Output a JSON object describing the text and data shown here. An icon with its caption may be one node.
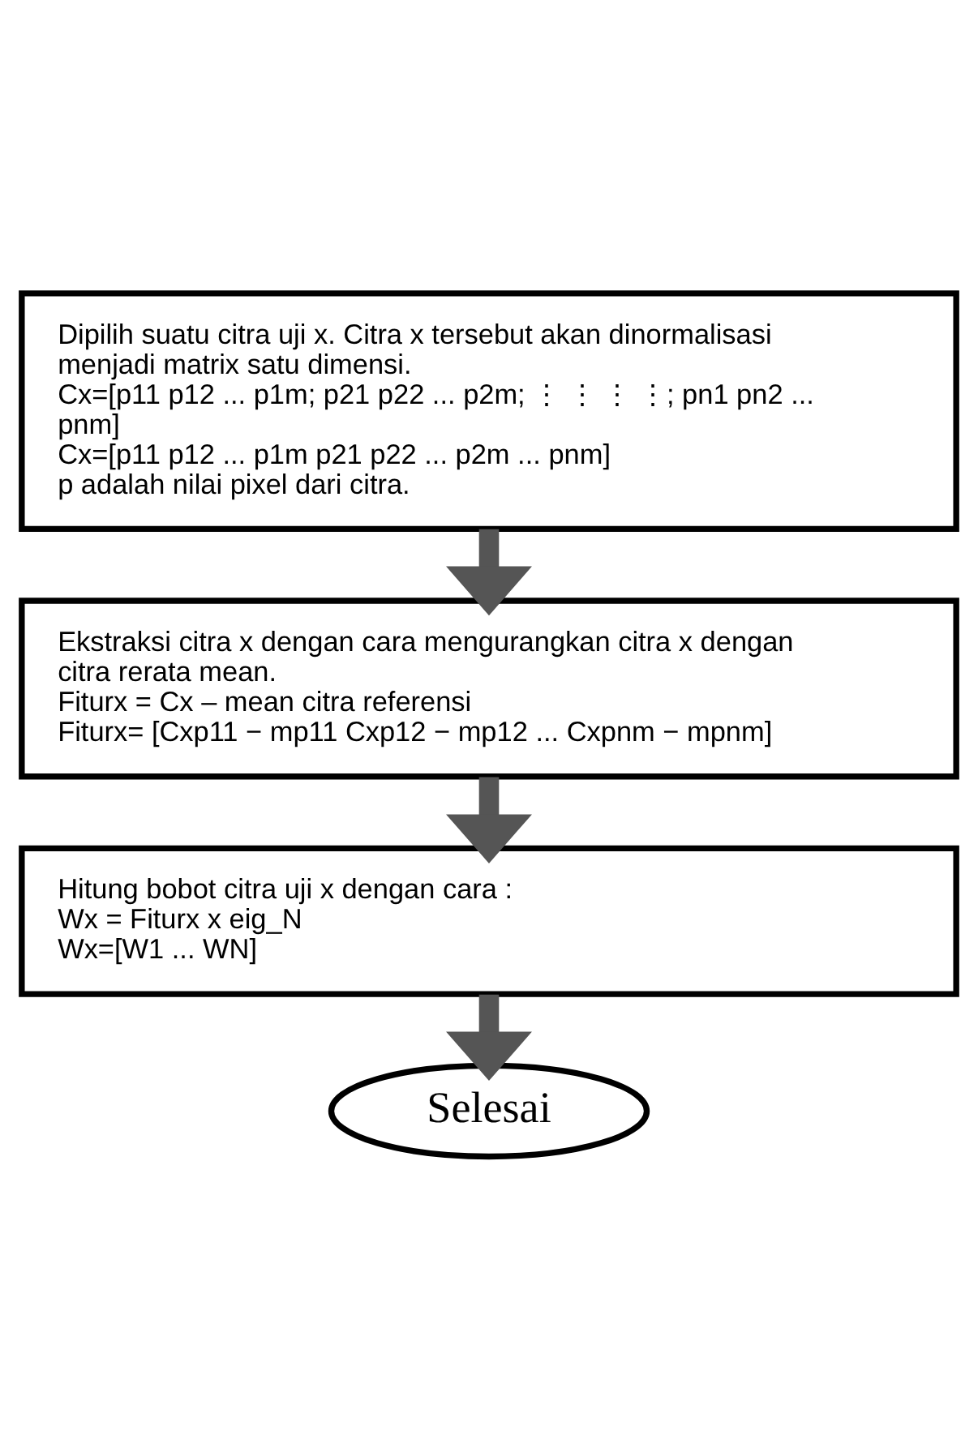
{
  "diagram": {
    "nodes": [
      {
        "text": [
          "Dipilih suatu citra uji x. Citra x tersebut akan dinormalisasi menjadi matrix satu dimensi.",
          "Cx=[p11 p12 ... p1m; p21 p22 ... p2m; ⋮ ⋮ ⋮ ⋮; pn1 pn2 ... pnm]",
          "Cx=[p11 p12 ... p1m p21 p22 ... p2m ... pnm]",
          "p adalah nilai pixel dari citra."
        ]
      },
      {
        "text": [
          "Ekstraksi citra x dengan cara mengurangkan citra x dengan citra rerata mean.",
          "Fiturx = Cx – mean citra referensi",
          "Fiturx= [Cxp11 − mp11 Cxp12 − mp12 ... Cxpnm − mpnm]"
        ]
      },
      {
        "text": [
          "Hitung bobot citra uji x dengan cara :",
          "Wx = Fiturx x eig_N",
          "Wx=[W1 ... WN]"
        ]
      },
      {
        "text": [
          "Selesai"
        ]
      }
    ],
    "edges": [
      {
        "from": 0,
        "to": 1,
        "arrow": "to"
      },
      {
        "from": 1,
        "to": 2,
        "arrow": "to"
      },
      {
        "from": 2,
        "to": 3,
        "arrow": "to"
      }
    ]
  }
}
